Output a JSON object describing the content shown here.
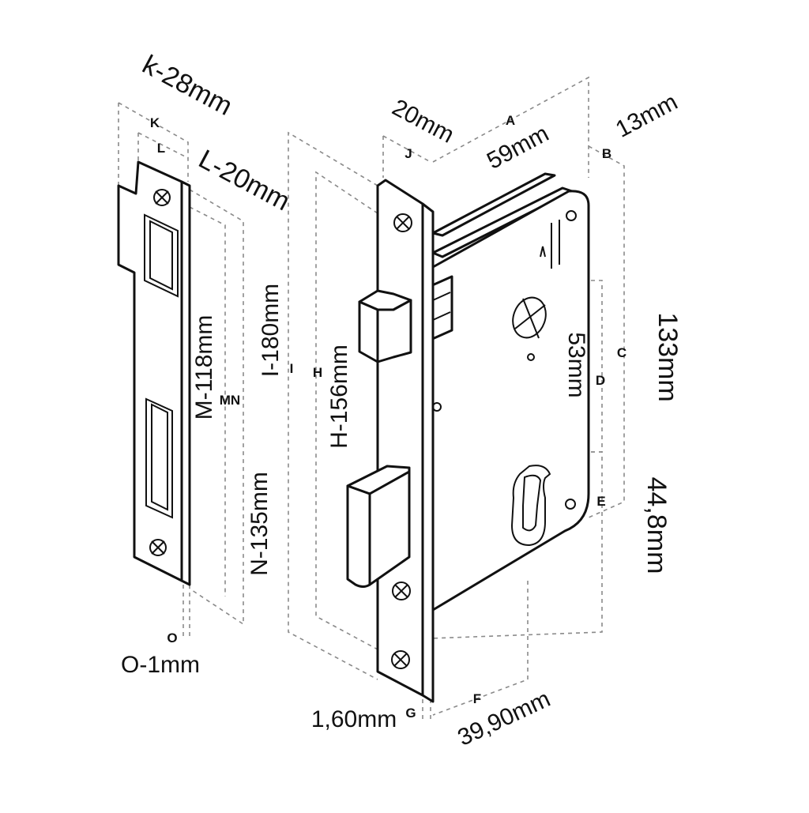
{
  "diagram": {
    "strike_plate": {
      "dim_k": "k-28mm",
      "dim_l": "L-20mm",
      "dim_m": "M-118mm",
      "dim_n": "N-135mm",
      "dim_o": "O-1mm",
      "letter_k": "K",
      "letter_l": "L",
      "letter_mn": "MN",
      "letter_o": "O"
    },
    "lock_body": {
      "dim_i": "I-180mm",
      "dim_h": "H-156mm",
      "dim_j": "20mm",
      "dim_a": "59mm",
      "dim_b": "13mm",
      "dim_c": "133mm",
      "dim_d": "53mm",
      "dim_e": "44,8mm",
      "dim_f": "39,90mm",
      "dim_g": "1,60mm",
      "letter_a": "A",
      "letter_b": "B",
      "letter_c": "C",
      "letter_d": "D",
      "letter_e": "E",
      "letter_f": "F",
      "letter_g": "G",
      "letter_h": "H",
      "letter_i": "I",
      "letter_j": "J"
    }
  }
}
